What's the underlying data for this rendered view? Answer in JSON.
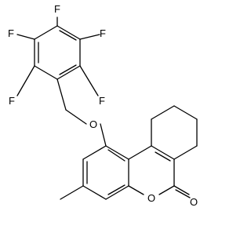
{
  "molecule": {
    "atom_labels": {
      "f_top": "F",
      "f_upper_left": "F",
      "f_upper_right": "F",
      "f_lower_left": "F",
      "f_lower_right": "F",
      "ether_oxygen": "O",
      "lactone_ring_oxygen": "O",
      "carbonyl_oxygen": "O"
    }
  },
  "colors": {
    "bond": "#000000",
    "label": "#000000",
    "background": "#ffffff"
  }
}
